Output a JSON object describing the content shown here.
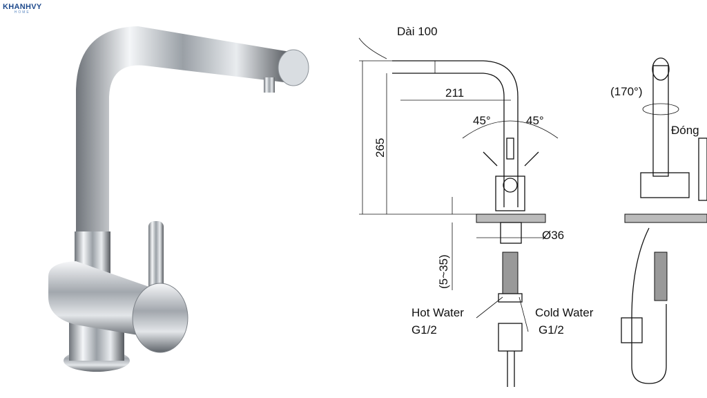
{
  "logo": {
    "brand": "KHANHVY",
    "sub": "HOME"
  },
  "drawing": {
    "length_label": "Dài 100",
    "reach": "211",
    "height": "265",
    "angle_left": "45°",
    "angle_right": "45°",
    "diameter": "Ø36",
    "deck_range": "(5~35)",
    "hot_label": "Hot Water",
    "hot_size": "G1/2",
    "cold_label": "Cold Water",
    "cold_size": "G1/2",
    "rotation": "(170°)",
    "close_label": "Đóng"
  }
}
